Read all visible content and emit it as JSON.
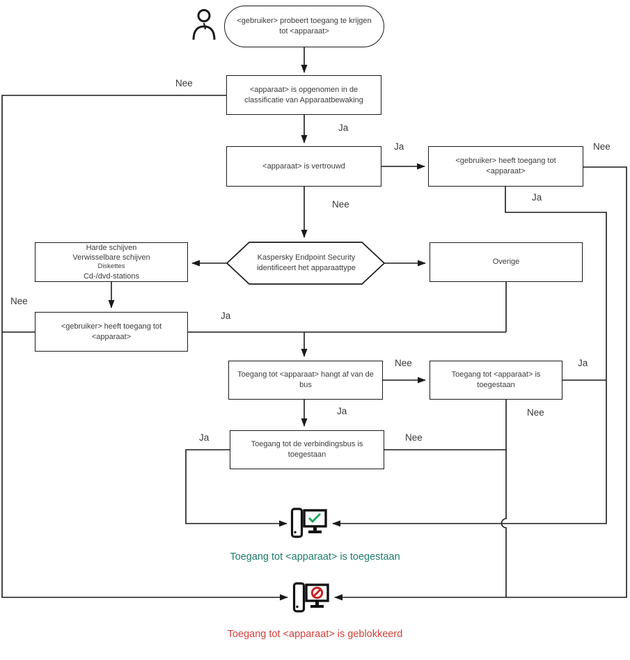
{
  "nodes": {
    "start": "<gebruiker> probeert toegang te krijgen tot <apparaat>",
    "classification": "<apparaat> is opgenomen in de classificatie van Apparaatbewaking",
    "trusted": "<apparaat> is vertrouwd",
    "user_access_top": "<gebruiker> heeft toegang tot <apparaat>",
    "identify": "Kaspersky Endpoint Security identificeert het apparaattype",
    "device_types": [
      "Harde schijven",
      "Verwisselbare schijven",
      "Diskettes",
      "Cd-/dvd-stations"
    ],
    "other": "Overige",
    "user_access_left": "<gebruiker> heeft toegang tot <apparaat>",
    "bus_depends": "Toegang tot <apparaat> hangt af van de bus",
    "access_allowed": "Toegang tot <apparaat> is toegestaan",
    "bus_allowed": "Toegang tot de verbindingsbus is toegestaan"
  },
  "results": {
    "allowed": "Toegang tot <apparaat> is toegestaan",
    "blocked": "Toegang tot <apparaat> is geblokkeerd"
  },
  "edge_labels": {
    "classification_no": "Nee",
    "classification_yes": "Ja",
    "trusted_yes": "Ja",
    "trusted_no": "Nee",
    "user_top_no": "Nee",
    "user_top_yes": "Ja",
    "user_left_no": "Nee",
    "user_left_yes": "Ja",
    "bus_no": "Nee",
    "bus_yes": "Ja",
    "allowed_yes": "Ja",
    "allowed_no": "Nee",
    "bus_allowed_yes": "Ja",
    "bus_allowed_no": "Nee"
  },
  "icons": {
    "user": "user-icon",
    "allowed": "computer-access-allowed-icon",
    "blocked": "computer-access-blocked-icon"
  },
  "colors": {
    "allowed_text": "#1d7b6a",
    "blocked_text": "#d4403a",
    "check": "#21a55e",
    "prohibition": "#c62323",
    "line": "#1a1a1a"
  }
}
